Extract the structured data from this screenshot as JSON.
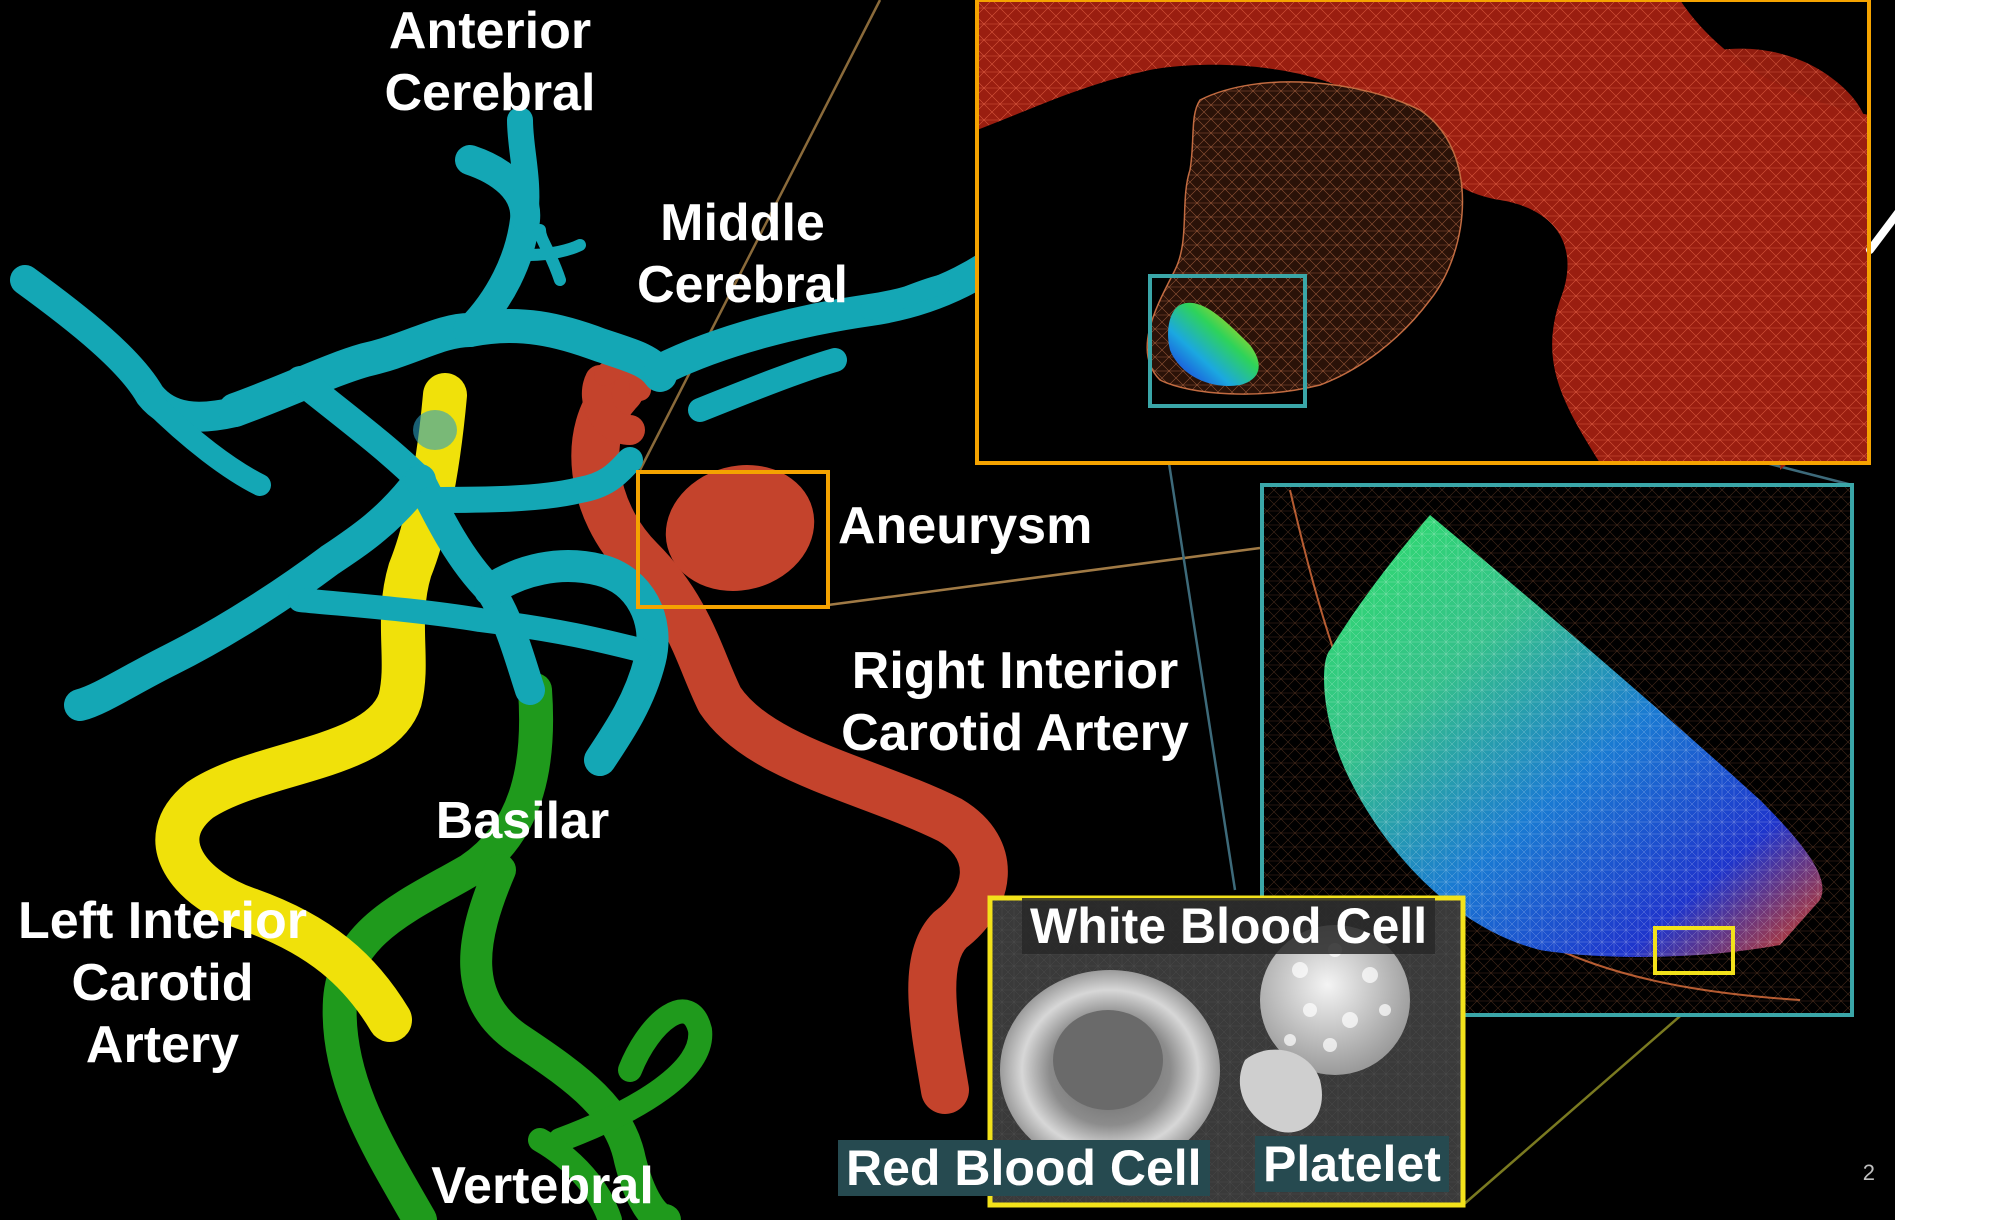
{
  "labels": {
    "anterior_cerebral": [
      "Anterior",
      "Cerebral"
    ],
    "middle_cerebral": [
      "Middle",
      "Cerebral"
    ],
    "aneurysm": "Aneurysm",
    "right_carotid": [
      "Right Interior",
      "Carotid Artery"
    ],
    "basilar": "Basilar",
    "left_carotid": [
      "Left Interior",
      "Carotid",
      "Artery"
    ],
    "vertebral": "Vertebral"
  },
  "cells": {
    "white": "White Blood Cell",
    "red": "Red Blood Cell",
    "platelet": "Platelet"
  },
  "page_number": "2",
  "colors": {
    "cerebral_vessels": "#14a7b5",
    "left_carotid": "#f0e10a",
    "basilar_vertebral": "#1f9a1c",
    "right_carotid": "#c4432c",
    "aneurysm_box": "#f5a300",
    "zoom_box": "#3aa6a8",
    "cell_box": "#f3e21a"
  }
}
